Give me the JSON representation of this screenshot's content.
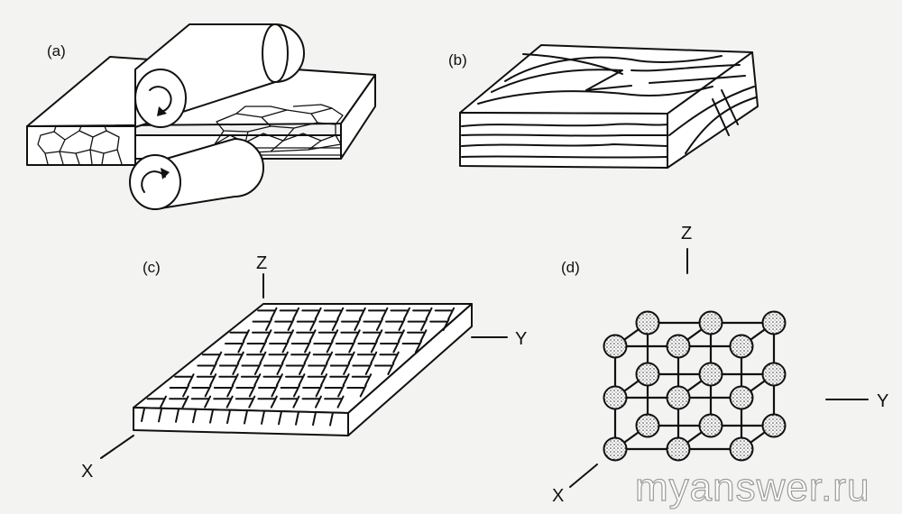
{
  "panels": {
    "a": {
      "label": "(a)"
    },
    "b": {
      "label": "(b)"
    },
    "c": {
      "label": "(c)",
      "axes": {
        "z": "Z",
        "y": "Y",
        "x": "X"
      }
    },
    "d": {
      "label": "(d)",
      "axes": {
        "z": "Z",
        "y": "Y",
        "x": "X"
      }
    }
  },
  "watermark": "myanswer.ru"
}
